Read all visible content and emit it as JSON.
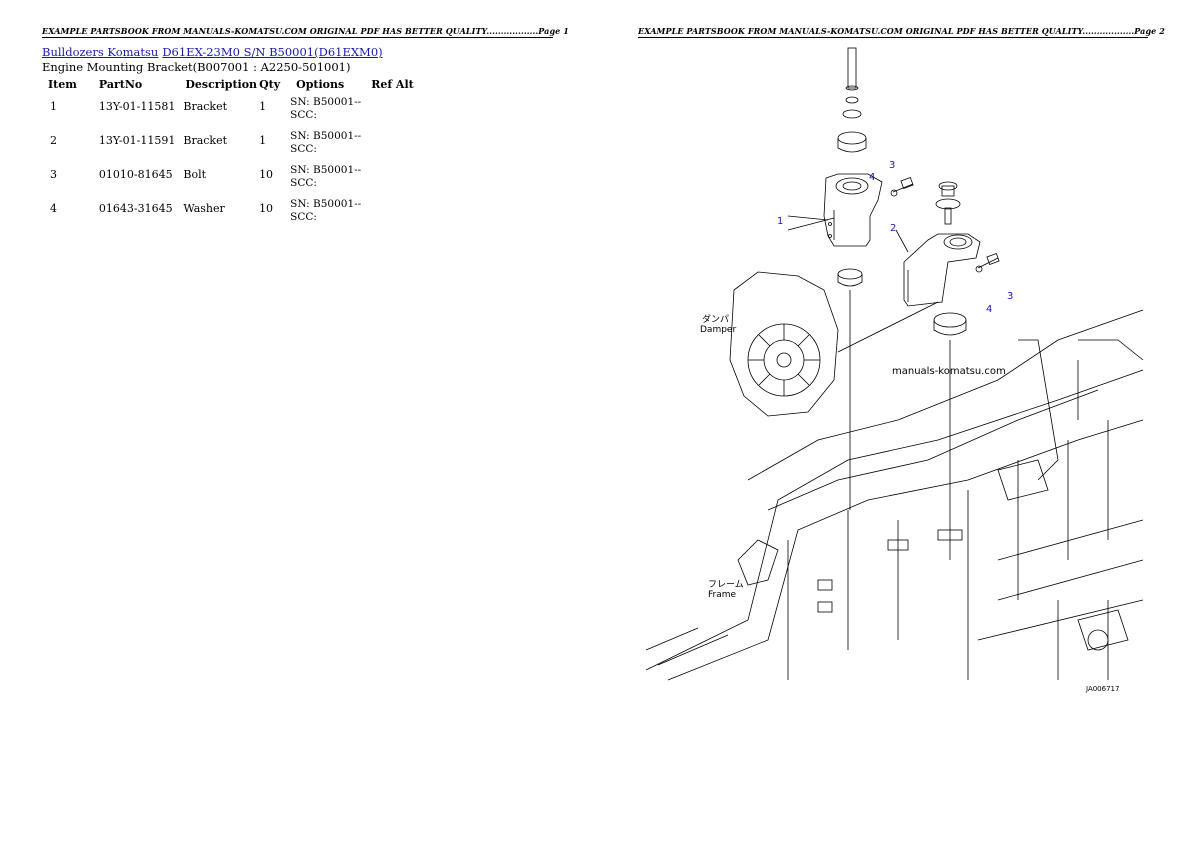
{
  "header": {
    "page1": "EXAMPLE PARTSBOOK FROM MANUALS-KOMATSU.COM ORIGINAL PDF HAS BETTER QUALITY..................Page 1",
    "page2": "EXAMPLE PARTSBOOK FROM MANUALS-KOMATSU.COM ORIGINAL PDF HAS BETTER QUALITY..................Page 2"
  },
  "breadcrumb": {
    "link1": "Bulldozers Komatsu",
    "link2": "D61EX-23M0 S/N B50001(D61EXM0)"
  },
  "subtitle": "Engine Mounting Bracket(B007001 : A2250-501001)",
  "table": {
    "headers": [
      "Item",
      "PartNo",
      "Description",
      "Qty",
      "Options",
      "Ref Alt"
    ],
    "rows": [
      {
        "item": "1",
        "partno": "13Y-01-11581",
        "description": "Bracket",
        "qty": "1",
        "options_l1": "SN: B50001--",
        "options_l2": "SCC:",
        "refalt": ""
      },
      {
        "item": "2",
        "partno": "13Y-01-11591",
        "description": "Bracket",
        "qty": "1",
        "options_l1": "SN: B50001--",
        "options_l2": "SCC:",
        "refalt": ""
      },
      {
        "item": "3",
        "partno": "01010-81645",
        "description": "Bolt",
        "qty": "10",
        "options_l1": "SN: B50001--",
        "options_l2": "SCC:",
        "refalt": ""
      },
      {
        "item": "4",
        "partno": "01643-31645",
        "description": "Washer",
        "qty": "10",
        "options_l1": "SN: B50001--",
        "options_l2": "SCC:",
        "refalt": ""
      }
    ]
  },
  "diagram": {
    "watermark": "manuals-komatsu.com",
    "damper_jp": "ダンパ",
    "damper_en": "Damper",
    "frame_jp": "フレーム",
    "frame_en": "Frame",
    "drawing_code": "JA006717",
    "callouts": {
      "c1": "1",
      "c2": "2",
      "c3a": "3",
      "c3b": "3",
      "c4a": "4",
      "c4b": "4"
    }
  }
}
